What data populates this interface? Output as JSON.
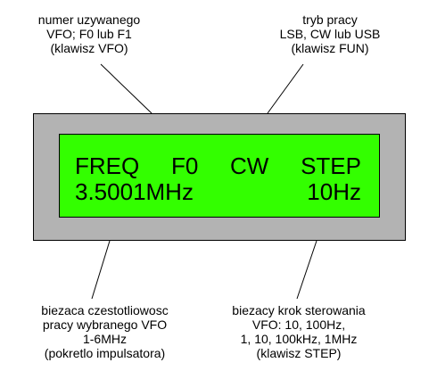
{
  "colors": {
    "device_body": "#b3b3b3",
    "lcd_background": "#33ff00",
    "text": "#000000",
    "background": "#ffffff"
  },
  "annotations": {
    "vfo": {
      "lines": [
        "numer uzywanego",
        "VFO; F0 lub F1",
        "(klawisz VFO)"
      ]
    },
    "mode": {
      "lines": [
        "tryb pracy",
        "LSB, CW lub USB",
        "(klawisz FUN)"
      ]
    },
    "frequency": {
      "lines": [
        "biezaca czestotliowosc",
        "pracy wybranego VFO",
        "1-6MHz",
        "(pokretlo impulsatora)"
      ]
    },
    "step": {
      "lines": [
        "biezacy krok sterowania",
        "VFO: 10, 100Hz,",
        "1, 10, 100kHz, 1MHz",
        "(klawisz STEP)"
      ]
    }
  },
  "lcd": {
    "line1": [
      "FREQ",
      "F0",
      "CW",
      "STEP"
    ],
    "line2": [
      "3.5001MHz",
      "10Hz"
    ]
  }
}
